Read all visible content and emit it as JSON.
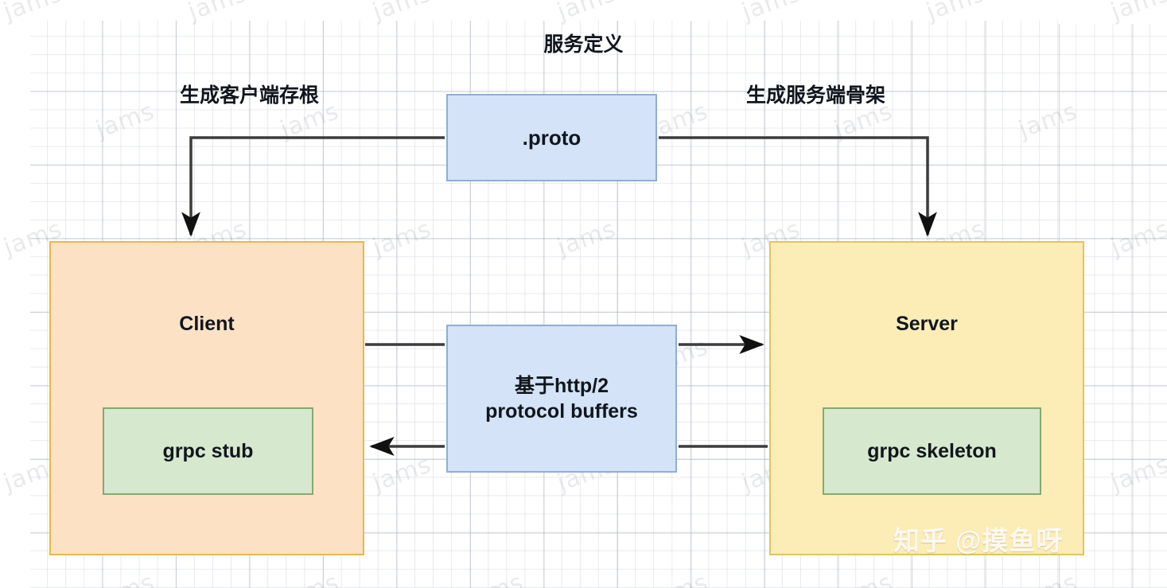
{
  "diagram": {
    "title": "服务定义",
    "edge_labels": {
      "left": "生成客户端存根",
      "right": "生成服务端骨架"
    },
    "nodes": {
      "proto": {
        "label": ".proto",
        "fill": "#d4e3f7",
        "stroke": "#8faed4"
      },
      "transport": {
        "line1": "基于http/2",
        "line2": "protocol buffers",
        "fill": "#d4e3f7",
        "stroke": "#8faed4"
      },
      "client": {
        "title": "Client",
        "fill": "#fde1c5",
        "stroke": "#e8b84b",
        "inner": {
          "label": "grpc stub",
          "fill": "#d6e8ce",
          "stroke": "#86a96f"
        }
      },
      "server": {
        "title": "Server",
        "fill": "#fcecb6",
        "stroke": "#e0c560",
        "inner": {
          "label": "grpc skeleton",
          "fill": "#d6e8ce",
          "stroke": "#86a96f"
        }
      }
    },
    "connectors": [
      {
        "name": "proto-to-client",
        "from": "proto",
        "to": "client",
        "arrow": "end"
      },
      {
        "name": "proto-to-server",
        "from": "proto",
        "to": "server",
        "arrow": "end"
      },
      {
        "name": "client-to-server",
        "from": "client",
        "to": "server",
        "arrow": "end"
      },
      {
        "name": "server-to-client",
        "from": "server",
        "to": "client",
        "arrow": "end"
      }
    ]
  },
  "watermarks": {
    "tile_text": "jams",
    "zhihu": "知乎 @摸鱼呀"
  }
}
